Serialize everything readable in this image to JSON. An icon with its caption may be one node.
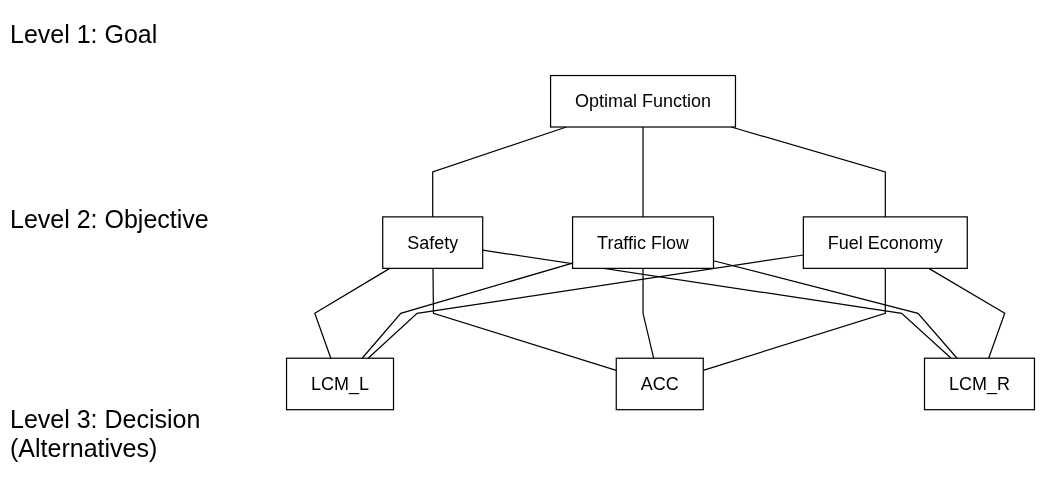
{
  "diagram": {
    "nodes": [
      {
        "text": [
          "Optimal Function"
        ]
      },
      {
        "text": [
          "Safety"
        ]
      },
      {
        "text": [
          "Traffic Flow"
        ]
      },
      {
        "text": [
          "Fuel Economy"
        ]
      },
      {
        "text": [
          "LCM_L"
        ]
      },
      {
        "text": [
          "ACC"
        ]
      },
      {
        "text": [
          "LCM_R"
        ]
      }
    ],
    "edges": [
      {
        "from": 0,
        "to": 1,
        "arrow": "none"
      },
      {
        "from": 0,
        "to": 2,
        "arrow": "none"
      },
      {
        "from": 0,
        "to": 3,
        "arrow": "none"
      },
      {
        "from": 1,
        "to": 4,
        "arrow": "none"
      },
      {
        "from": 1,
        "to": 5,
        "arrow": "none"
      },
      {
        "from": 1,
        "to": 6,
        "arrow": "none"
      },
      {
        "from": 2,
        "to": 4,
        "arrow": "none"
      },
      {
        "from": 2,
        "to": 5,
        "arrow": "none"
      },
      {
        "from": 2,
        "to": 6,
        "arrow": "none"
      },
      {
        "from": 3,
        "to": 4,
        "arrow": "none"
      },
      {
        "from": 3,
        "to": 5,
        "arrow": "none"
      },
      {
        "from": 3,
        "to": 6,
        "arrow": "none"
      }
    ],
    "labels": [
      "Level 1: Goal",
      "Level 2: Objective",
      "Level 3: Decision (Alternatives)"
    ]
  }
}
